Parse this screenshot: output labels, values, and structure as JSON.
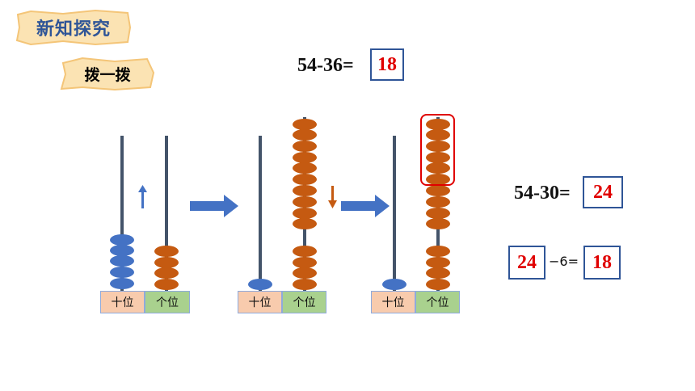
{
  "header": {
    "section_tag": "新知探究",
    "activity_tag": "拨一拨"
  },
  "equations": {
    "main": {
      "expression": "54-36=",
      "answer": "18"
    },
    "step1": {
      "expression": "54-30=",
      "answer": "24"
    },
    "step2": {
      "left": "24",
      "operator": "−6=",
      "answer": "18"
    }
  },
  "abaci": [
    {
      "tens_label": "十位",
      "ones_label": "个位",
      "tens_beads": 5,
      "ones_beads": 4
    },
    {
      "tens_label": "十位",
      "ones_label": "个位",
      "tens_beads": 1,
      "ones_beads": 14
    },
    {
      "tens_label": "十位",
      "ones_label": "个位",
      "tens_beads": 1,
      "ones_beads": 14,
      "highlighted_ones_beads": 6
    }
  ],
  "colors": {
    "tens_bead": "#4472c4",
    "ones_bead": "#c55a11",
    "arrow": "#4472c4",
    "answer_text": "#e00000",
    "box_border": "#2f5597",
    "highlight_border": "#e00000"
  }
}
